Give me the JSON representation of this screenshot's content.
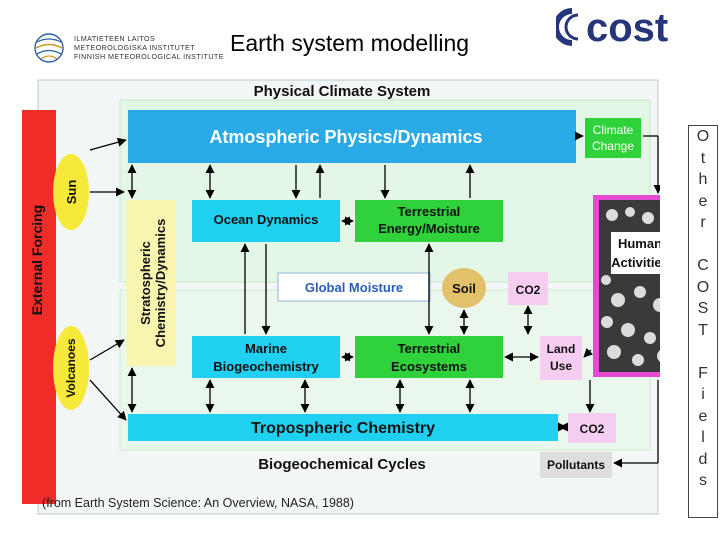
{
  "header": {
    "title": "Earth system modelling",
    "fmi_lines": [
      "ILMATIETEEN LAITOS",
      "METEOROLOGISKA INSTITUTET",
      "FINNISH METEOROLOGICAL INSTITUTE"
    ],
    "cost_logo_text": "cost"
  },
  "diagram": {
    "physical_climate_system": "Physical Climate System",
    "atmospheric": "Atmospheric Physics/Dynamics",
    "climate_change": [
      "Climate",
      "Change"
    ],
    "external_forcing": "External Forcing",
    "sun": "Sun",
    "volcanoes": "Volcanoes",
    "stratospheric": [
      "Stratospheric",
      "Chemistry/Dynamics"
    ],
    "ocean_dynamics": "Ocean Dynamics",
    "terrestrial_energy": [
      "Terrestrial",
      "Energy/Moisture"
    ],
    "global_moisture": "Global Moisture",
    "soil": "Soil",
    "co2_top": "CO2",
    "human_activities": [
      "Human",
      "Activities"
    ],
    "marine": [
      "Marine",
      "Biogeochemistry"
    ],
    "terrestrial_eco": [
      "Terrestrial",
      "Ecosystems"
    ],
    "land_use": [
      "Land",
      "Use"
    ],
    "tropospheric": "Tropospheric Chemistry",
    "co2_bottom": "CO2",
    "biogeochemical": "Biogeochemical Cycles",
    "pollutants": "Pollutants",
    "source": "(from Earth System Science: An Overview, NASA, 1988)"
  },
  "side_text": "Other COST Fields",
  "colors": {
    "cyan": "#29a9e6",
    "cyan_light": "#1fd0f0",
    "green": "#2fd23a",
    "yellow": "#f7e93a",
    "red": "#f02c28",
    "magenta": "#e54bd2",
    "navy": "#27357a"
  }
}
